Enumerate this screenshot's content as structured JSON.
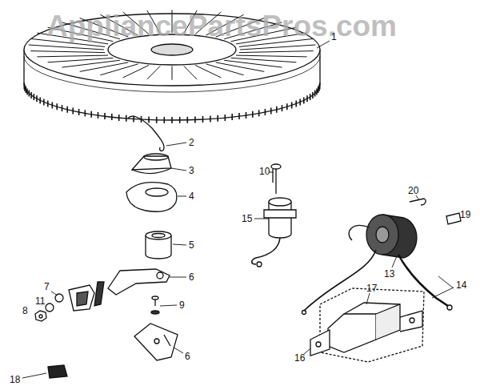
{
  "diagram": {
    "labels": [
      "AppliancePartsPros.com",
      "1",
      "2",
      "10",
      "15",
      "3",
      "20",
      "19",
      "4",
      "5",
      "13",
      "6",
      "14",
      "7",
      "17",
      "11",
      "8",
      "9",
      "6",
      "16",
      "18"
    ]
  }
}
